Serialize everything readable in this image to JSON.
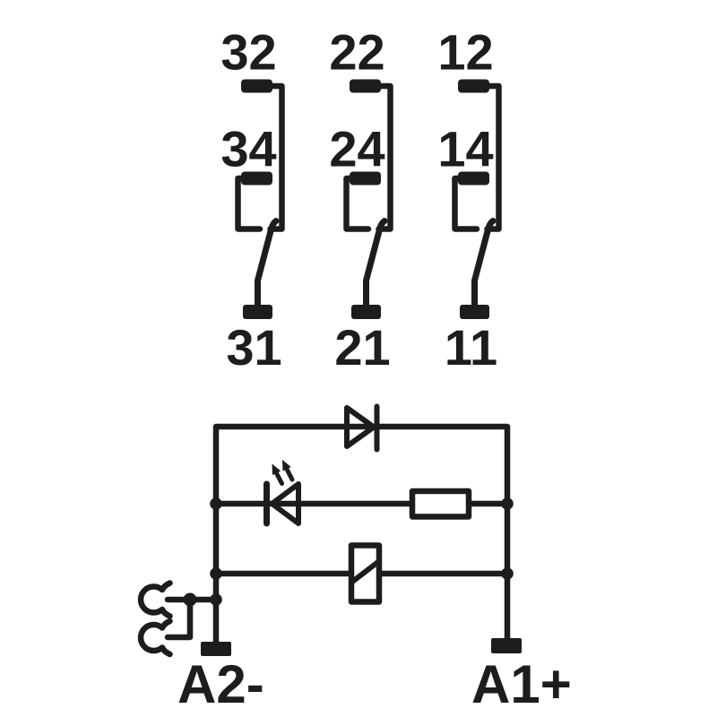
{
  "colors": {
    "ink": "#1d1d1b",
    "background": "#ffffff"
  },
  "contact_groups": [
    {
      "nc_terminal": "32",
      "no_terminal": "34",
      "common_terminal": "31"
    },
    {
      "nc_terminal": "22",
      "no_terminal": "24",
      "common_terminal": "21"
    },
    {
      "nc_terminal": "12",
      "no_terminal": "14",
      "common_terminal": "11"
    }
  ],
  "coil_circuit": {
    "negative_terminal": "A2-",
    "positive_terminal": "A1+"
  },
  "symbols": {
    "freewheeling_diode": "diode-icon",
    "led": "led-icon",
    "resistor": "resistor-icon",
    "relay_coil": "relay-coil-icon",
    "plug_in_contact": "socket-contact-icon"
  }
}
